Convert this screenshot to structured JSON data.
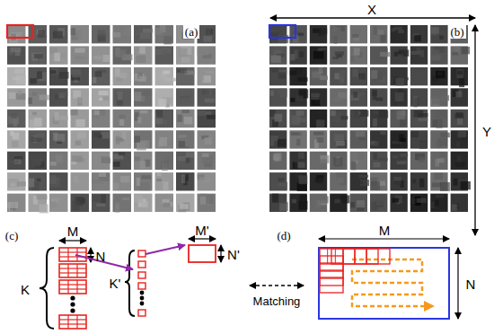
{
  "diagram": {
    "labels": [
      "(a)",
      "(b)",
      "X",
      "Y",
      "(c)",
      "M",
      "N",
      "K",
      "K'",
      "M'",
      "N'",
      "Matching",
      "(d)",
      "M",
      "N"
    ]
  }
}
